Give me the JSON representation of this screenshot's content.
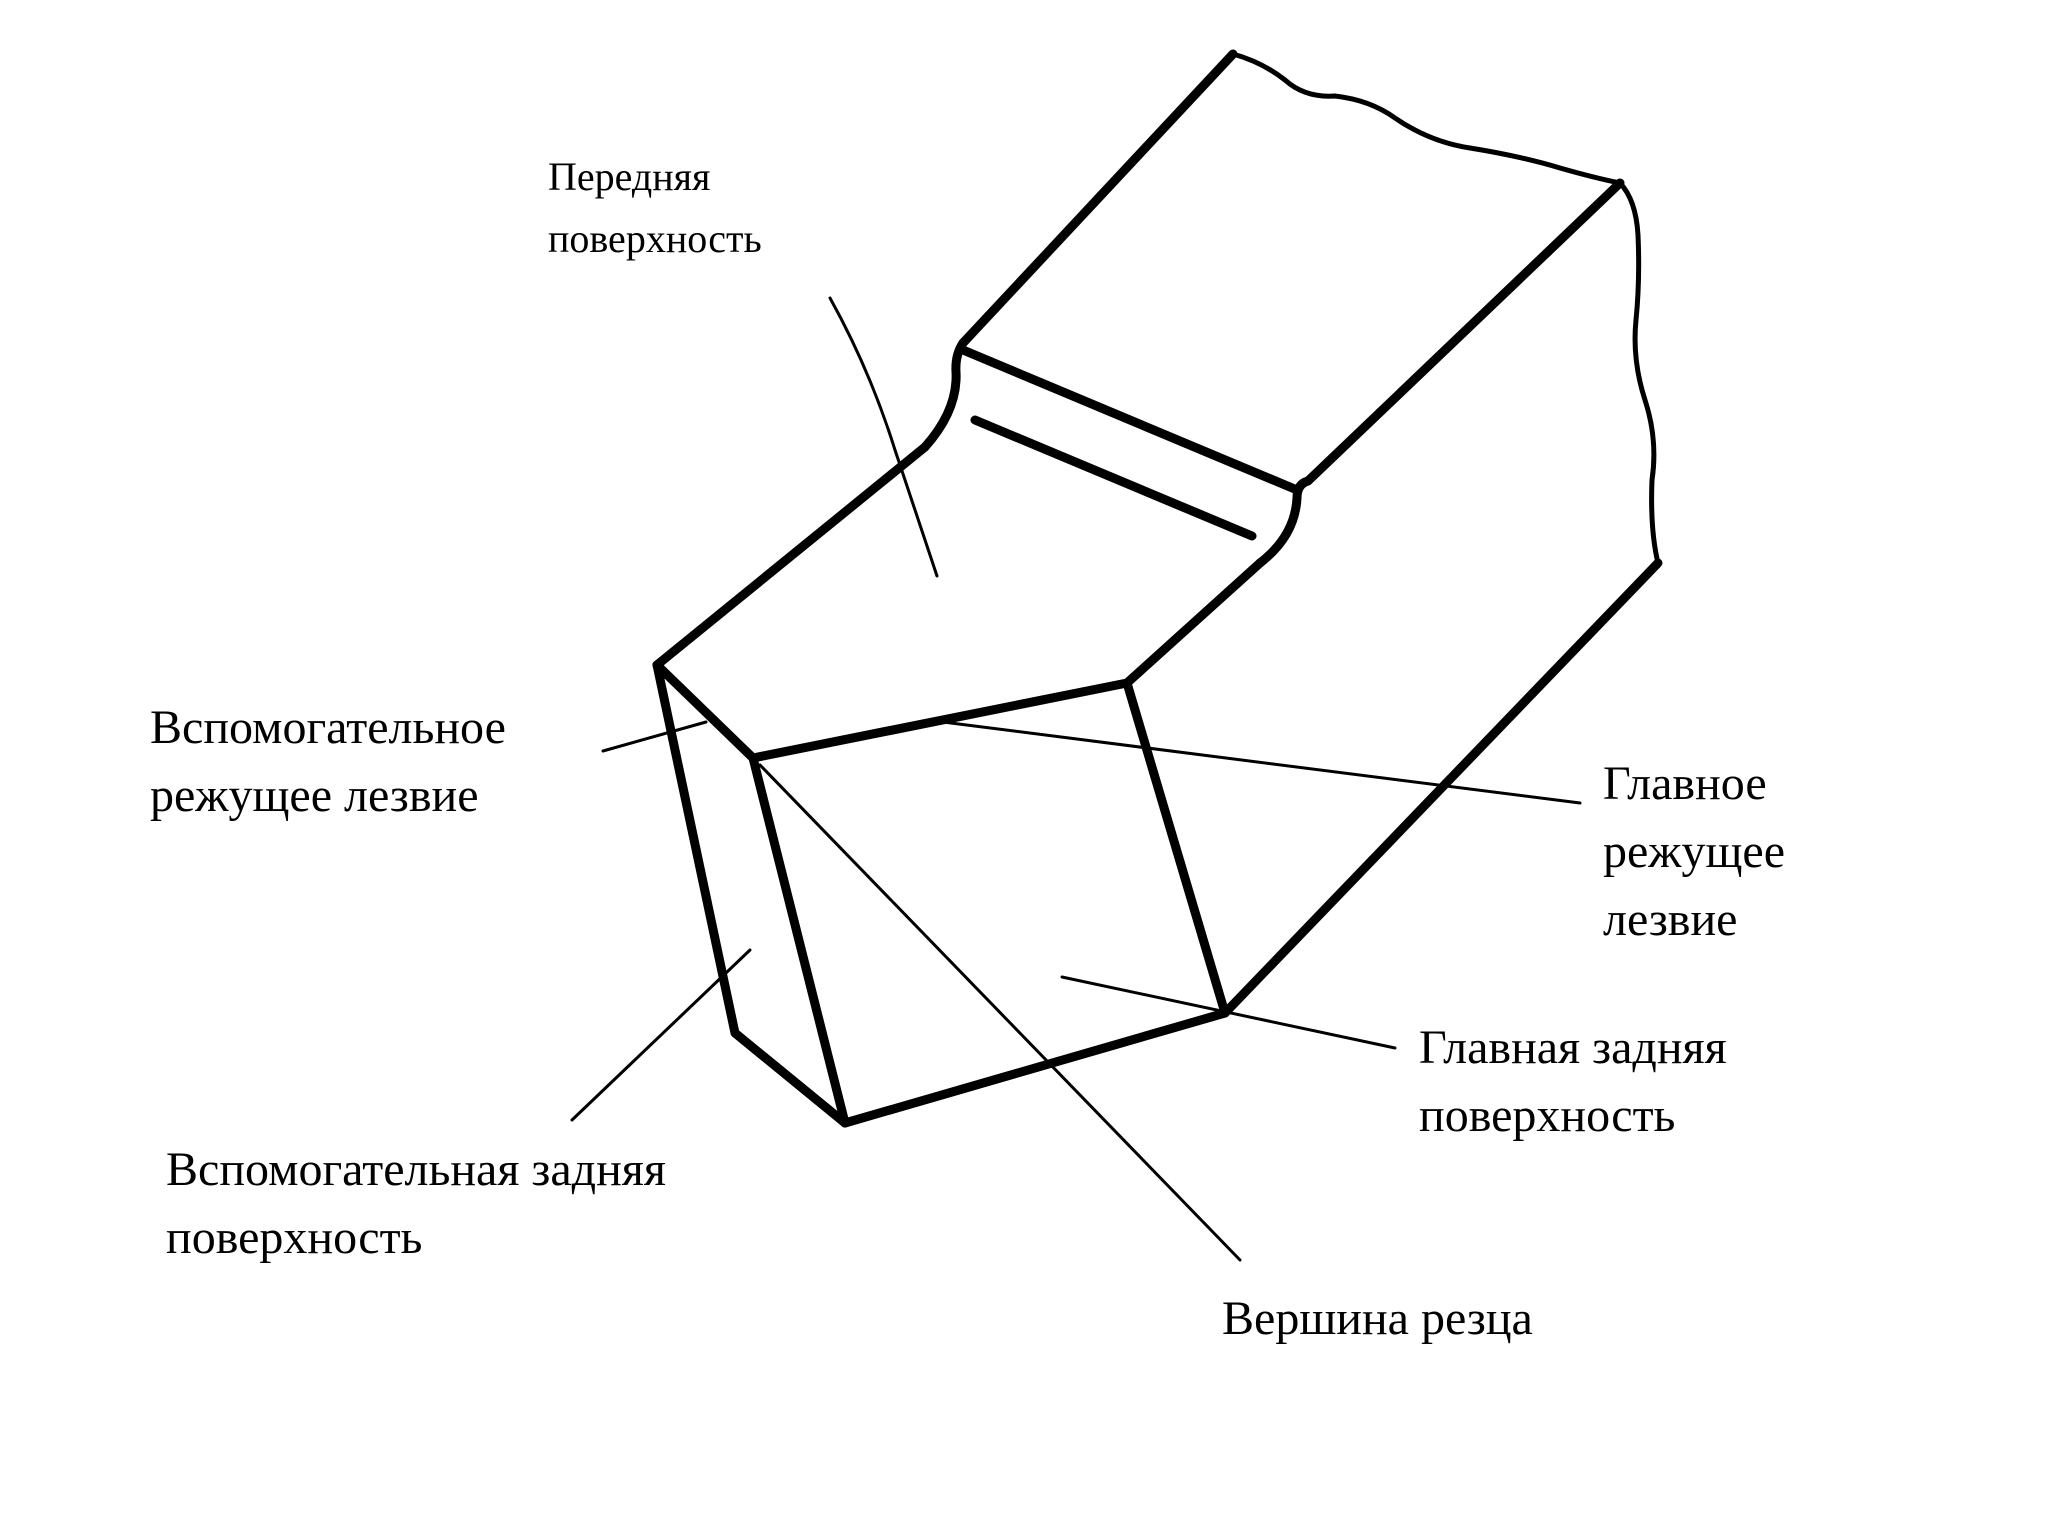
{
  "diagram": {
    "labels": {
      "front_surface": [
        "Передняя",
        "поверхность"
      ],
      "auxiliary_cutting_edge": [
        "Вспомогательное",
        "режущее лезвие"
      ],
      "main_cutting_edge": [
        "Главное",
        "режущее",
        "лезвие"
      ],
      "main_flank_surface": [
        "Главная задняя",
        "поверхность"
      ],
      "auxiliary_flank_surface": [
        "Вспомогательная задняя",
        "поверхность"
      ],
      "tool_tip": [
        "Вершина резца"
      ]
    },
    "colors": {
      "ink": "#000000",
      "paper": "#ffffff"
    }
  }
}
